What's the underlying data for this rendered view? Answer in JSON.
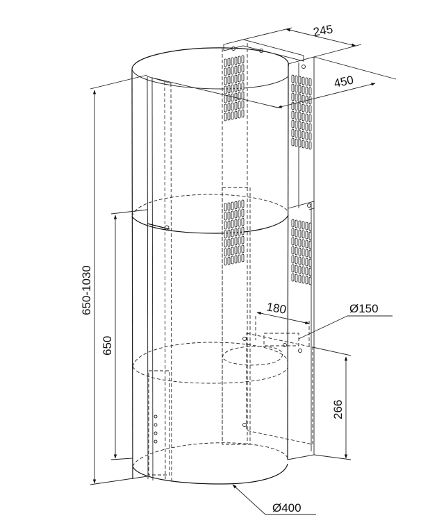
{
  "drawing": {
    "dimensions": {
      "bracket_depth": "245",
      "bracket_width": "450",
      "height_range": "650-1030",
      "lower_height": "650",
      "duct_offset": "180",
      "outlet_diameter": "Ø150",
      "motor_box_height": "266",
      "body_diameter": "Ø400"
    }
  }
}
